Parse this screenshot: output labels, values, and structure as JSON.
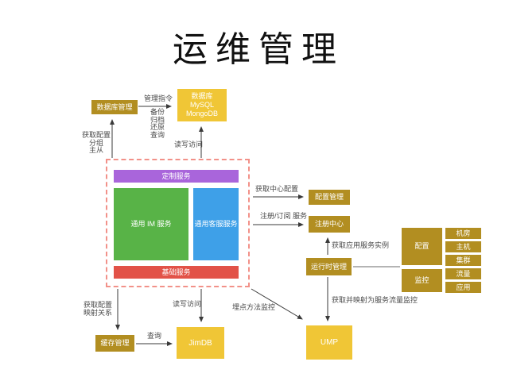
{
  "title": "运维管理",
  "palette": {
    "dark_gold": "#B28E21",
    "bright_gold": "#F0C636",
    "purple": "#A965DB",
    "green": "#58B347",
    "blue": "#3EA0E8",
    "red": "#E25248",
    "dashed_border": "#F29189",
    "arrow": "#3A3A3A",
    "label_text": "#4A4A4A"
  },
  "nodes": {
    "db_mgmt": "数据库管理",
    "db": "数据库\nMySQL\nMongoDB",
    "custom_svc": "定制服务",
    "im_svc": "通用 IM 服务",
    "cs_svc": "通用客服服务",
    "base_svc": "基础服务",
    "config_mgmt": "配置管理",
    "registry": "注册中心",
    "runtime_mgmt": "运行时管理",
    "config": "配置",
    "monitor": "监控",
    "cache_mgmt": "缓存管理",
    "jimdb": "JimDB",
    "ump": "UMP"
  },
  "env": {
    "items": [
      "机房",
      "主机",
      "集群",
      "流量",
      "应用"
    ]
  },
  "edges": {
    "manage_cmd": "管理指令",
    "cmd_list": "备份\n归档\n还原\n查询",
    "get_config_group": "获取配置\n分组\n主从",
    "rw_access_top": "读写访问",
    "get_center_config": "获取中心配置",
    "register_subscribe": "注册/订阅 服务",
    "get_service_instances": "获取应用服务实例",
    "map_service_traffic": "获取并映射为服务流量监控",
    "instrument_monitor": "埋点方法监控",
    "get_config_mapping": "获取配置\n映射关系",
    "rw_access_bottom": "读写访问",
    "query": "查询"
  }
}
